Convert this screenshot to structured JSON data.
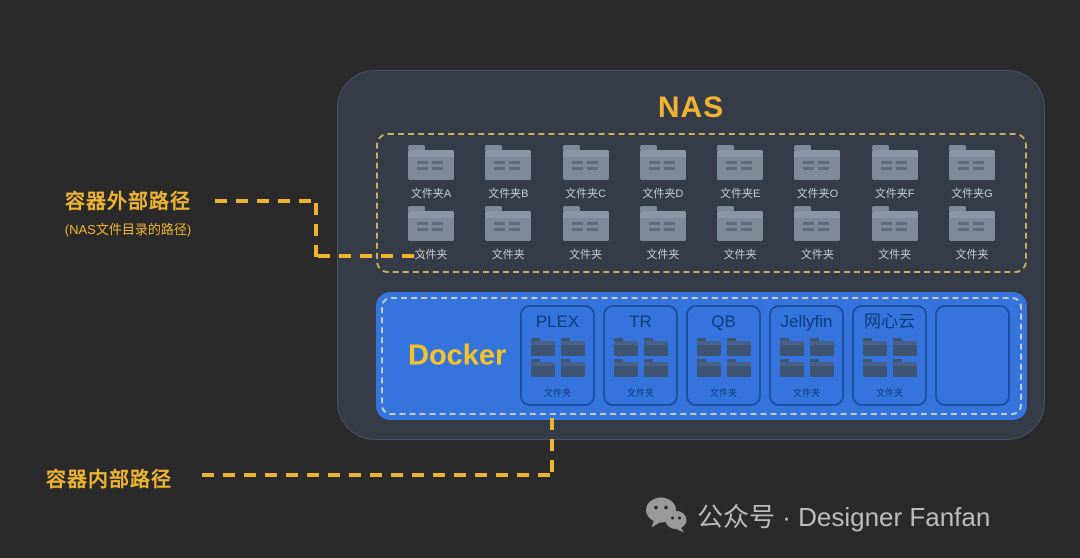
{
  "colors": {
    "background": "#2a2a2a",
    "accent_gold": "#eeb431",
    "docker_blue": "#3474dc",
    "container_border": "#1d4fa3",
    "folder_gray": "#7e8a9a",
    "folder_dark_blue": "#3d5473",
    "nas_box": "#353b47",
    "footer_text": "#bcbcbc"
  },
  "nas": {
    "title": "NAS",
    "folders_top": [
      "文件夹A",
      "文件夹B",
      "文件夹C",
      "文件夹D",
      "文件夹E",
      "文件夹O",
      "文件夹F",
      "文件夹G"
    ],
    "folders_bottom": [
      "文件夹",
      "文件夹",
      "文件夹",
      "文件夹",
      "文件夹",
      "文件夹",
      "文件夹",
      "文件夹"
    ]
  },
  "docker": {
    "title": "Docker",
    "containers": [
      {
        "name": "PLEX",
        "folder_label": "文件夹"
      },
      {
        "name": "TR",
        "folder_label": "文件夹"
      },
      {
        "name": "QB",
        "folder_label": "文件夹"
      },
      {
        "name": "Jellyfin",
        "folder_label": "文件夹"
      },
      {
        "name": "网心云",
        "folder_label": "文件夹"
      },
      {
        "name": "",
        "folder_label": ""
      }
    ]
  },
  "annotations": {
    "external": {
      "title": "容器外部路径",
      "subtitle": "(NAS文件目录的路径)"
    },
    "internal": {
      "title": "容器内部路径"
    }
  },
  "footer": {
    "brand": "公众号 · Designer Fanfan"
  }
}
